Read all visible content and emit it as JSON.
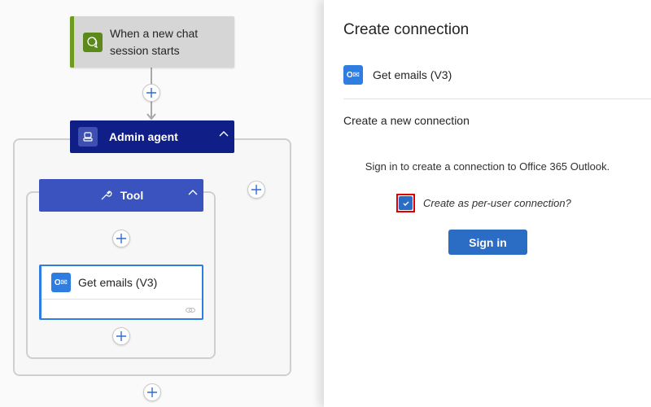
{
  "canvas": {
    "trigger": {
      "label": "When a new chat session starts",
      "icon": "chat-icon"
    },
    "agent": {
      "label": "Admin agent",
      "icon": "robot-icon"
    },
    "tool": {
      "label": "Tool",
      "icon": "wrench-icon"
    },
    "action": {
      "label": "Get emails (V3)",
      "icon": "outlook-icon"
    }
  },
  "panel": {
    "title": "Create connection",
    "action_label": "Get emails (V3)",
    "section_title": "Create a new connection",
    "message": "Sign in to create a connection to Office 365 Outlook.",
    "checkbox_label": "Create as per-user connection?",
    "checkbox_checked": true,
    "sign_in_label": "Sign in"
  },
  "colors": {
    "agent": "#0f1f87",
    "tool": "#3b53be",
    "accent": "#2b6cc4",
    "trigger_accent": "#6e9a1f",
    "highlight": "#e00000"
  }
}
